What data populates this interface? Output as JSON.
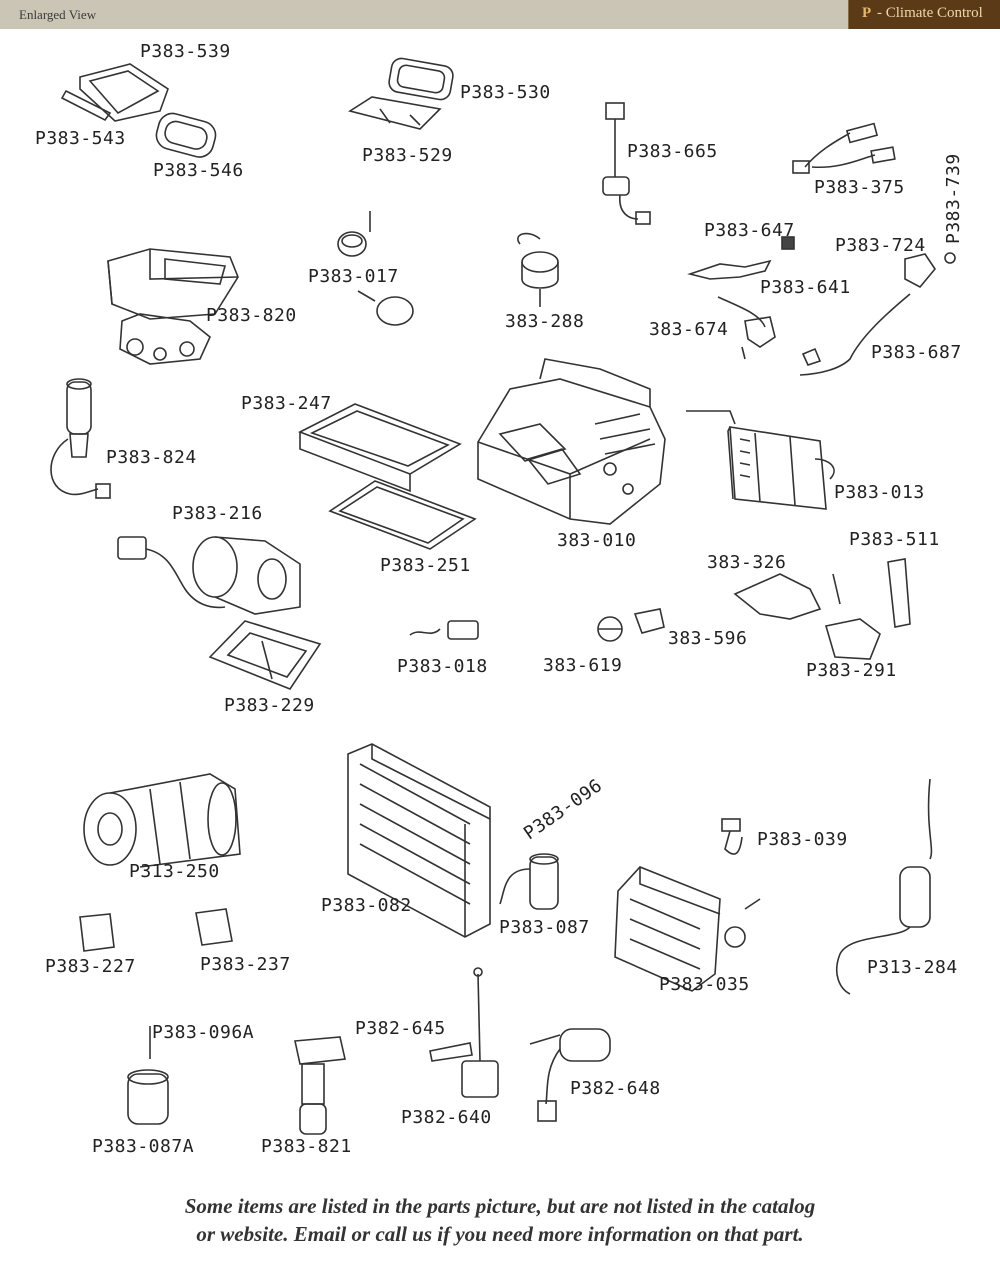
{
  "header": {
    "view_label": "Enlarged View",
    "section_letter": "P",
    "section_title": "- Climate Control"
  },
  "parts": [
    "P383-539",
    "P383-530",
    "P383-543",
    "P383-546",
    "P383-529",
    "P383-665",
    "P383-375",
    "P383-739",
    "P383-647",
    "P383-724",
    "P383-017",
    "383-288",
    "P383-641",
    "P383-820",
    "383-674",
    "P383-687",
    "P383-247",
    "P383-824",
    "P383-013",
    "P383-216",
    "383-010",
    "P383-511",
    "383-326",
    "P383-251",
    "383-596",
    "P383-018",
    "383-619",
    "P383-291",
    "P383-229",
    "P383-096",
    "P383-039",
    "P313-250",
    "P383-082",
    "P383-087",
    "P383-227",
    "P383-237",
    "P383-035",
    "P313-284",
    "P382-645",
    "P383-096A",
    "P382-648",
    "P382-640",
    "P383-087A",
    "P383-821"
  ],
  "footer": {
    "line1": "Some items are listed in the parts picture, but are not listed in the catalog",
    "line2": "or website. Email or call us if you need more information on that part."
  }
}
